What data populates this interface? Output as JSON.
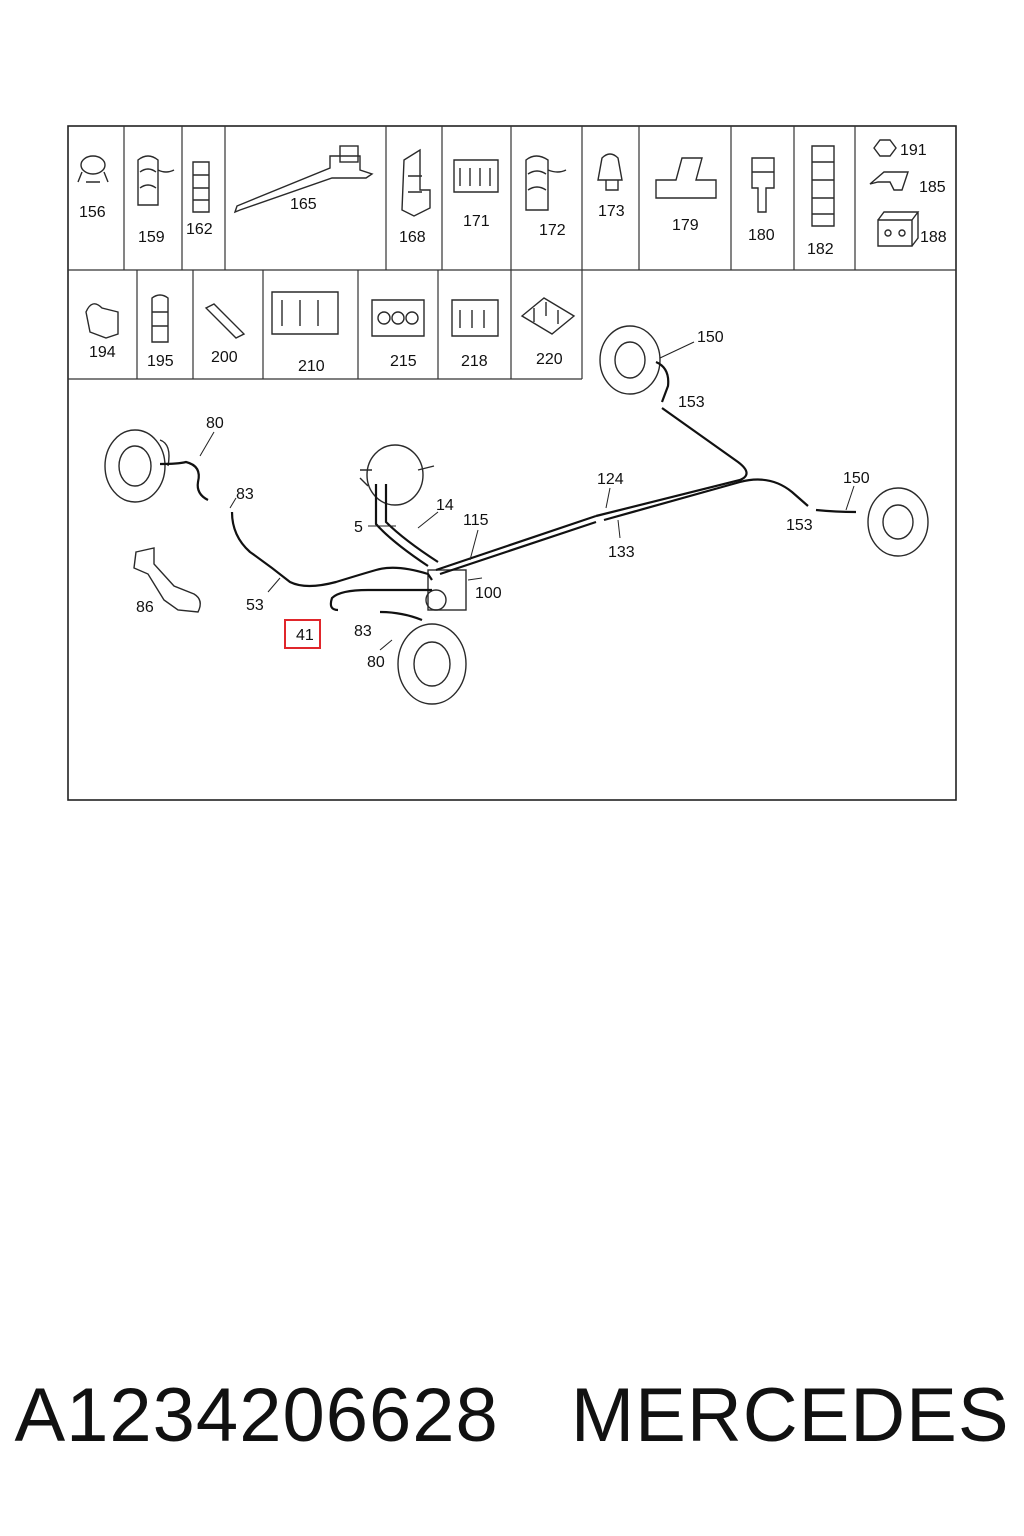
{
  "parts_row1": [
    "156",
    "159",
    "162",
    "165",
    "168",
    "171",
    "172",
    "173",
    "179",
    "180",
    "182",
    "191",
    "185",
    "188"
  ],
  "parts_row2": [
    "194",
    "195",
    "200",
    "210",
    "215",
    "218",
    "220"
  ],
  "callouts": {
    "c80a": "80",
    "c83a": "83",
    "c86": "86",
    "c53": "53",
    "c41": "41",
    "c83b": "83",
    "c80b": "80",
    "c5": "5",
    "c14": "14",
    "c115": "115",
    "c100": "100",
    "c124": "124",
    "c133": "133",
    "c150a": "150",
    "c153a": "153",
    "c150b": "150",
    "c153b": "153"
  },
  "highlight_color": "#e0262b",
  "footer": {
    "part_number": "A1234206628",
    "brand": "MERCEDES"
  }
}
